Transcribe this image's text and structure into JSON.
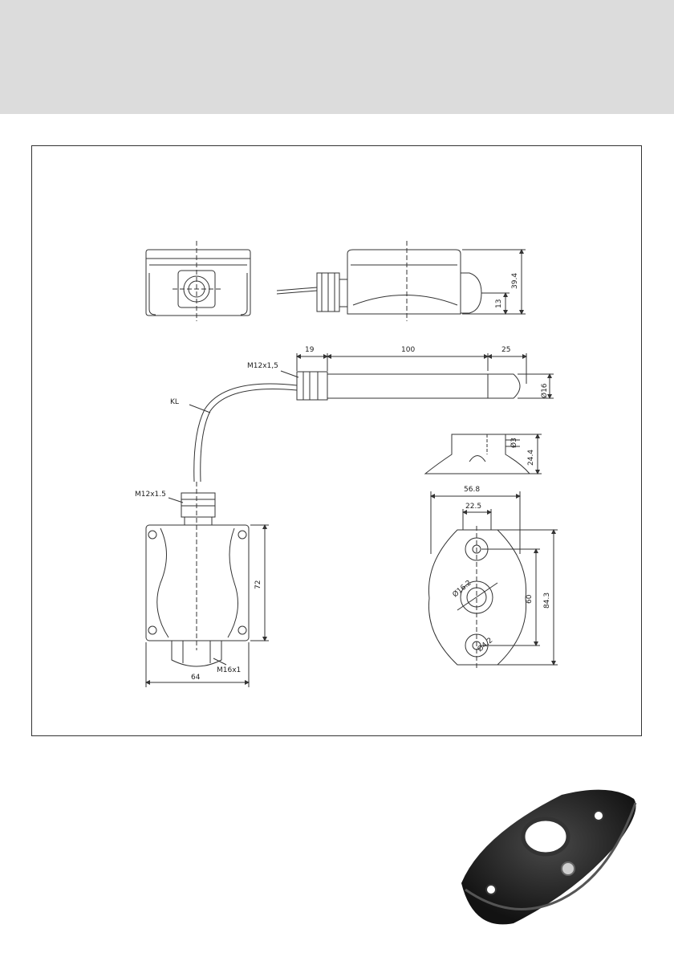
{
  "dimensions": {
    "side_height": "39.4",
    "side_offset": "13",
    "probe_gland": "19",
    "probe_body": "100",
    "probe_tip": "25",
    "probe_diameter": "Ø16",
    "thread_probe": "M12x1,5",
    "cable_label": "KL",
    "thread_box": "M12x1.5",
    "box_height": "72",
    "box_width": "64",
    "box_gland": "M16x1",
    "clip_hole": "Ø3",
    "clip_height": "24.4",
    "mount_width": "56.8",
    "mount_hole_offset": "22.5",
    "mount_center_hole": "Ø16.2",
    "mount_screw_hole": "Ø4.2",
    "mount_hole_spacing": "60",
    "mount_height": "84.3"
  },
  "colors": {
    "header_band": "#dcdcdc",
    "line": "#333333",
    "photo_body": "#1e1e1e"
  }
}
